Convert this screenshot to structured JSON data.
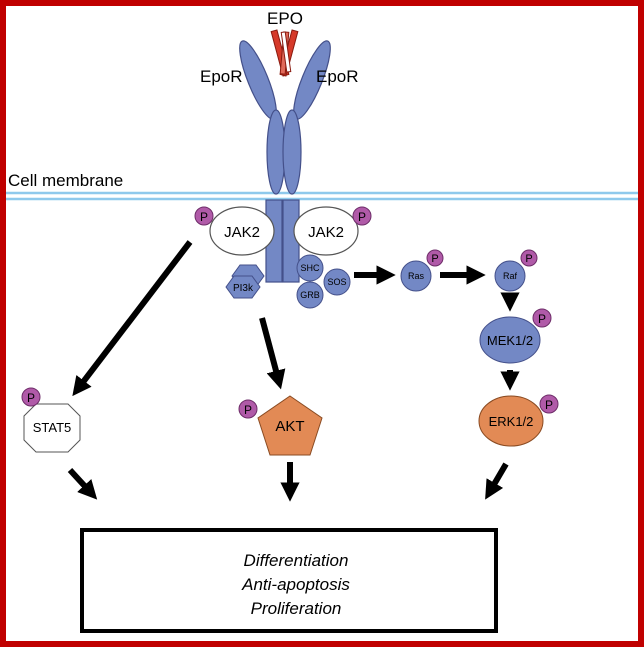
{
  "ligand": "EPO",
  "receptor_left": "EpoR",
  "receptor_right": "EpoR",
  "membrane": "Cell membrane",
  "kinases": {
    "left": "JAK2",
    "right": "JAK2"
  },
  "phospho": "P",
  "adaptors": {
    "pi3k": "PI3k",
    "shc": "SHC",
    "sos": "SOS",
    "grb": "GRB"
  },
  "mapk": {
    "ras": "Ras",
    "raf": "Raf",
    "mek": "MEK1/2",
    "erk": "ERK1/2"
  },
  "effectors": {
    "stat5": "STAT5",
    "akt": "AKT"
  },
  "outcomes": [
    "Differentiation",
    "Anti-apoptosis",
    "Proliferation"
  ],
  "colors": {
    "frame": "#c00000",
    "receptor": "#7388c5",
    "phospho": "#b05aa8",
    "akt": "#e28a55",
    "membrane": "#8ec9ec",
    "epo": "#d63a2a"
  }
}
